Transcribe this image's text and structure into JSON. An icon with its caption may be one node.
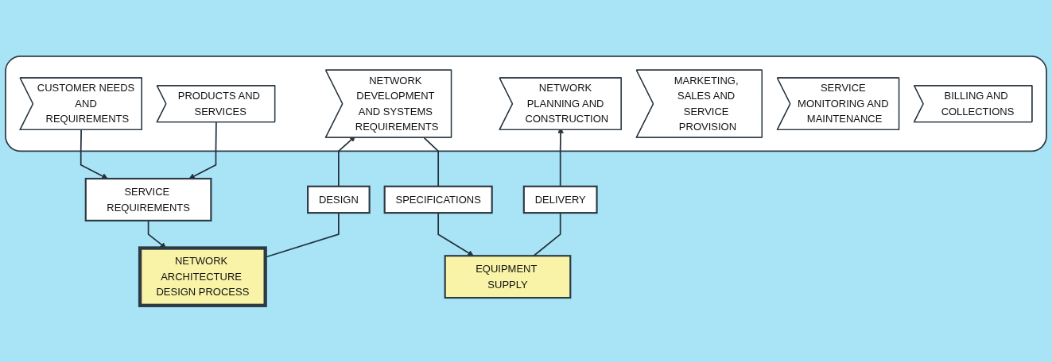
{
  "diagram": {
    "nodes": [
      {
        "text": [],
        "shape": "box"
      },
      {
        "text": [
          "CUSTOMER NEEDS AND REQUIREMENTS"
        ],
        "in": 0
      },
      {
        "text": [
          "PRODUCTS AND SERVICES"
        ],
        "in": 0
      },
      {
        "text": [
          "NETWORK DEVELOPMENT AND SYSTEMS REQUIREMENTS"
        ],
        "in": 0
      },
      {
        "text": [
          "NETWORK PLANNING AND CONSTRUCTION"
        ],
        "in": 0
      },
      {
        "text": [
          "MARKETING, SALES AND SERVICE PROVISION"
        ],
        "in": 0
      },
      {
        "text": [
          "SERVICE MONITORING AND MAINTENANCE"
        ],
        "in": 0
      },
      {
        "text": [
          "BILLING AND COLLECTIONS"
        ],
        "in": 0
      },
      {
        "text": [
          "SERVICE REQUIREMENTS"
        ]
      },
      {
        "text": [
          "SPECIFICATIONS"
        ]
      },
      {
        "text": [
          "DESIGN"
        ]
      },
      {
        "text": [
          "DELIVERY"
        ]
      },
      {
        "text": [
          "NETWORK ARCHITECTURE DESIGN PROCESS"
        ]
      },
      {
        "text": [
          "EQUIPMENT SUPPLY"
        ]
      }
    ],
    "edges": [
      {
        "from": 1,
        "to": 8,
        "arrow": "to"
      },
      {
        "from": 2,
        "to": 8,
        "arrow": "to"
      },
      {
        "from": 8,
        "to": 12,
        "arrow": "to"
      },
      {
        "from": 12,
        "to": 10,
        "arrow": "none"
      },
      {
        "from": 10,
        "to": 3,
        "arrow": "to"
      },
      {
        "from": 3,
        "to": 9,
        "arrow": "none"
      },
      {
        "from": 9,
        "to": 13,
        "arrow": "to"
      },
      {
        "from": 13,
        "to": 11,
        "arrow": "none"
      },
      {
        "from": 11,
        "to": 4,
        "arrow": "to"
      }
    ]
  }
}
